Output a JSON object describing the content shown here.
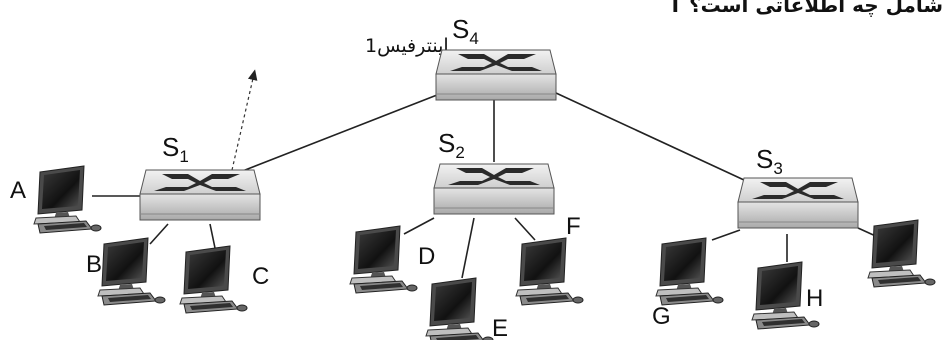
{
  "header_partial": "T شامل چه اطلاعاتی است؟",
  "interface_label": "اینترفیس1",
  "switches": [
    {
      "id": "s4",
      "base": "S",
      "sub": "4"
    },
    {
      "id": "s1",
      "base": "S",
      "sub": "1"
    },
    {
      "id": "s2",
      "base": "S",
      "sub": "2"
    },
    {
      "id": "s3",
      "base": "S",
      "sub": "3"
    }
  ],
  "hosts": [
    "A",
    "B",
    "C",
    "D",
    "E",
    "F",
    "G",
    "H"
  ],
  "icons": {
    "switch": "network-switch-icon",
    "host": "desktop-computer-icon"
  },
  "colors": {
    "background": "#ffffff",
    "switch_body": "#d9d9d9",
    "ink": "#111111"
  }
}
